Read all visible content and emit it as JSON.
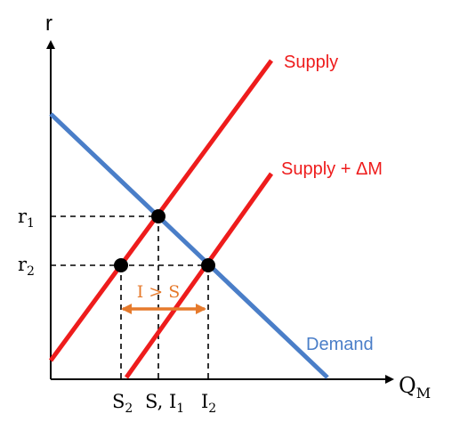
{
  "axes": {
    "y_label": "r",
    "x_label": "Q",
    "x_label_sub": "M"
  },
  "y_ticks": [
    {
      "base": "r",
      "sub": "1"
    },
    {
      "base": "r",
      "sub": "2"
    }
  ],
  "x_ticks": [
    {
      "base": "S",
      "sub": "2"
    },
    {
      "base": "S, I",
      "sub": "1"
    },
    {
      "base": "I",
      "sub": "2"
    }
  ],
  "curves": {
    "supply": "Supply",
    "supply_shift": "Supply + ΔM",
    "demand": "Demand"
  },
  "annotation": "I > S",
  "colors": {
    "supply": "#ee1c1c",
    "demand": "#4a7ec8",
    "arrow": "#e67a2c",
    "axis": "#000000",
    "dashed": "#000000"
  }
}
